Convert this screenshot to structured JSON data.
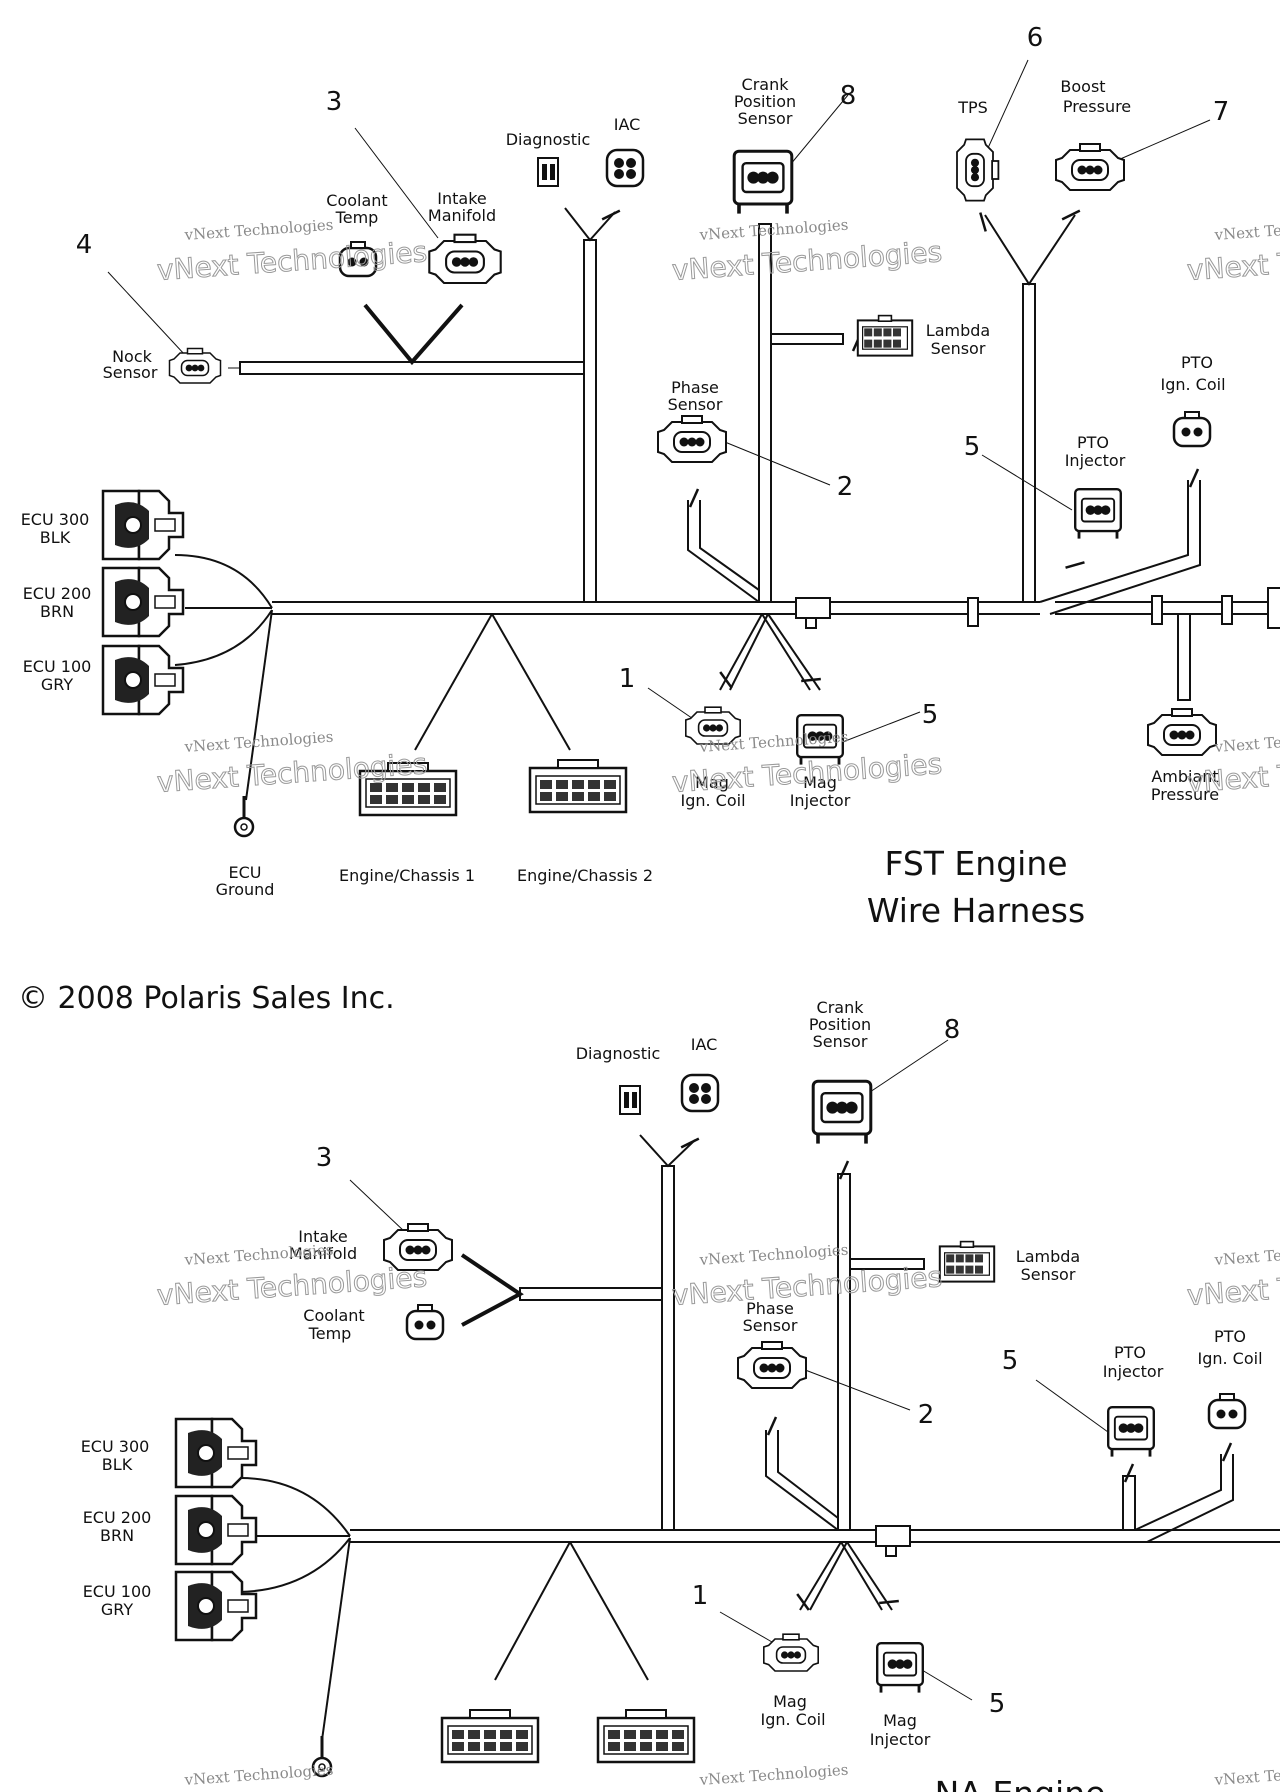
{
  "copyright": "© 2008 Polaris Sales Inc.",
  "watermark": {
    "line1": "vNext Technologies",
    "line2": "vNext Technologies"
  },
  "fst": {
    "title_line1": "FST Engine",
    "title_line2": "Wire Harness",
    "labels": {
      "nock": [
        "Nock",
        "Sensor"
      ],
      "coolant": [
        "Coolant",
        "Temp"
      ],
      "intake": [
        "Intake",
        "Manifold"
      ],
      "diagnostic": "Diagnostic",
      "iac": "IAC",
      "crank": [
        "Crank",
        "Position",
        "Sensor"
      ],
      "tps": "TPS",
      "boost": [
        "Boost",
        "Pressure"
      ],
      "lambda": [
        "Lambda",
        "Sensor"
      ],
      "phase": [
        "Phase",
        "Sensor"
      ],
      "pto_coil": [
        "PTO",
        "Ign. Coil"
      ],
      "pto_injector": [
        "PTO",
        "Injector"
      ],
      "ecu300": [
        "ECU 300",
        "BLK"
      ],
      "ecu200": [
        "ECU 200",
        "BRN"
      ],
      "ecu100": [
        "ECU 100",
        "GRY"
      ],
      "mag_coil": [
        "Mag",
        "Ign. Coil"
      ],
      "mag_injector": [
        "Mag",
        "Injector"
      ],
      "ambient": [
        "Ambiant",
        "Pressure"
      ],
      "ecu_ground": [
        "ECU",
        "Ground"
      ],
      "chassis1": "Engine/Chassis 1",
      "chassis2": "Engine/Chassis 2"
    },
    "callouts": {
      "n1": "1",
      "n2": "2",
      "n3": "3",
      "n4": "4",
      "n5a": "5",
      "n5b": "5",
      "n6": "6",
      "n7": "7",
      "n8": "8"
    }
  },
  "na": {
    "title_line1": "NA Engine",
    "labels": {
      "diagnostic": "Diagnostic",
      "iac": "IAC",
      "crank": [
        "Crank",
        "Position",
        "Sensor"
      ],
      "intake": [
        "Intake",
        "Manifold"
      ],
      "coolant": [
        "Coolant",
        "Temp"
      ],
      "lambda": [
        "Lambda",
        "Sensor"
      ],
      "phase": [
        "Phase",
        "Sensor"
      ],
      "pto_injector": [
        "PTO",
        "Injector"
      ],
      "pto_coil": [
        "PTO",
        "Ign. Coil"
      ],
      "ecu300": [
        "ECU 300",
        "BLK"
      ],
      "ecu200": [
        "ECU 200",
        "BRN"
      ],
      "ecu100": [
        "ECU 100",
        "GRY"
      ],
      "mag_coil": [
        "Mag",
        "Ign. Coil"
      ],
      "mag_injector": [
        "Mag",
        "Injector"
      ]
    },
    "callouts": {
      "n1": "1",
      "n2": "2",
      "n3": "3",
      "n5a": "5",
      "n5b": "5",
      "n8": "8"
    }
  }
}
